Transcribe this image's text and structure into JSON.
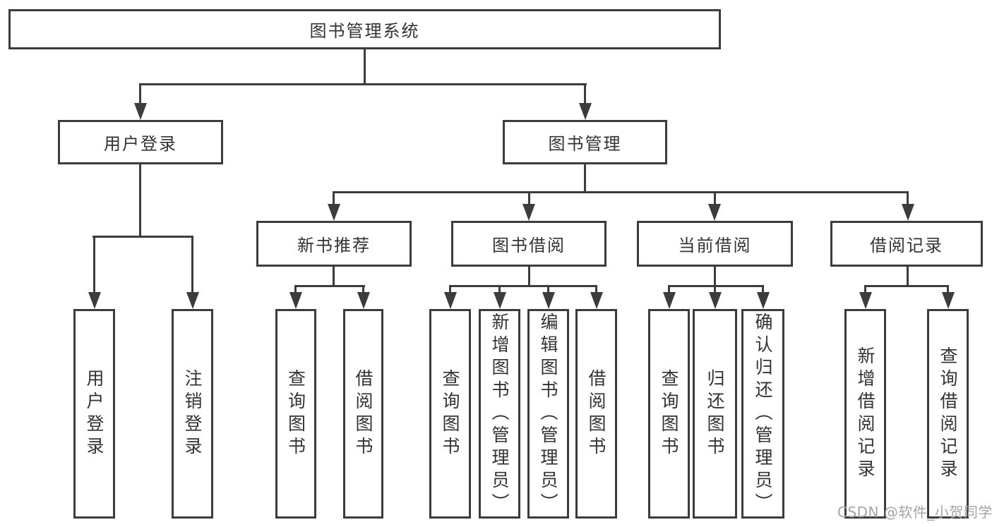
{
  "diagram": {
    "type": "functional-structure-tree",
    "colors": {
      "line": "#3c3c3c",
      "text": "#333333",
      "watermark": "#a4a4a4",
      "background": "#ffffff"
    },
    "tree": {
      "label": "图书管理系统",
      "children": [
        {
          "label": "用户登录",
          "children": [
            {
              "label": "用户登录"
            },
            {
              "label": "注销登录"
            }
          ]
        },
        {
          "label": "图书管理",
          "children": [
            {
              "label": "新书推荐",
              "children": [
                {
                  "label": "查询图书"
                },
                {
                  "label": "借阅图书"
                }
              ]
            },
            {
              "label": "图书借阅",
              "children": [
                {
                  "label": "查询图书"
                },
                {
                  "label": "新增图书（管理员）"
                },
                {
                  "label": "编辑图书（管理员）"
                },
                {
                  "label": "借阅图书"
                }
              ]
            },
            {
              "label": "当前借阅",
              "children": [
                {
                  "label": "查询图书"
                },
                {
                  "label": "归还图书"
                },
                {
                  "label": "确认归还（管理员）"
                }
              ]
            },
            {
              "label": "借阅记录",
              "children": [
                {
                  "label": "新增借阅记录"
                },
                {
                  "label": "查询借阅记录"
                }
              ]
            }
          ]
        }
      ]
    }
  },
  "watermark": {
    "text": "CSDN @软件_小贺同学"
  }
}
